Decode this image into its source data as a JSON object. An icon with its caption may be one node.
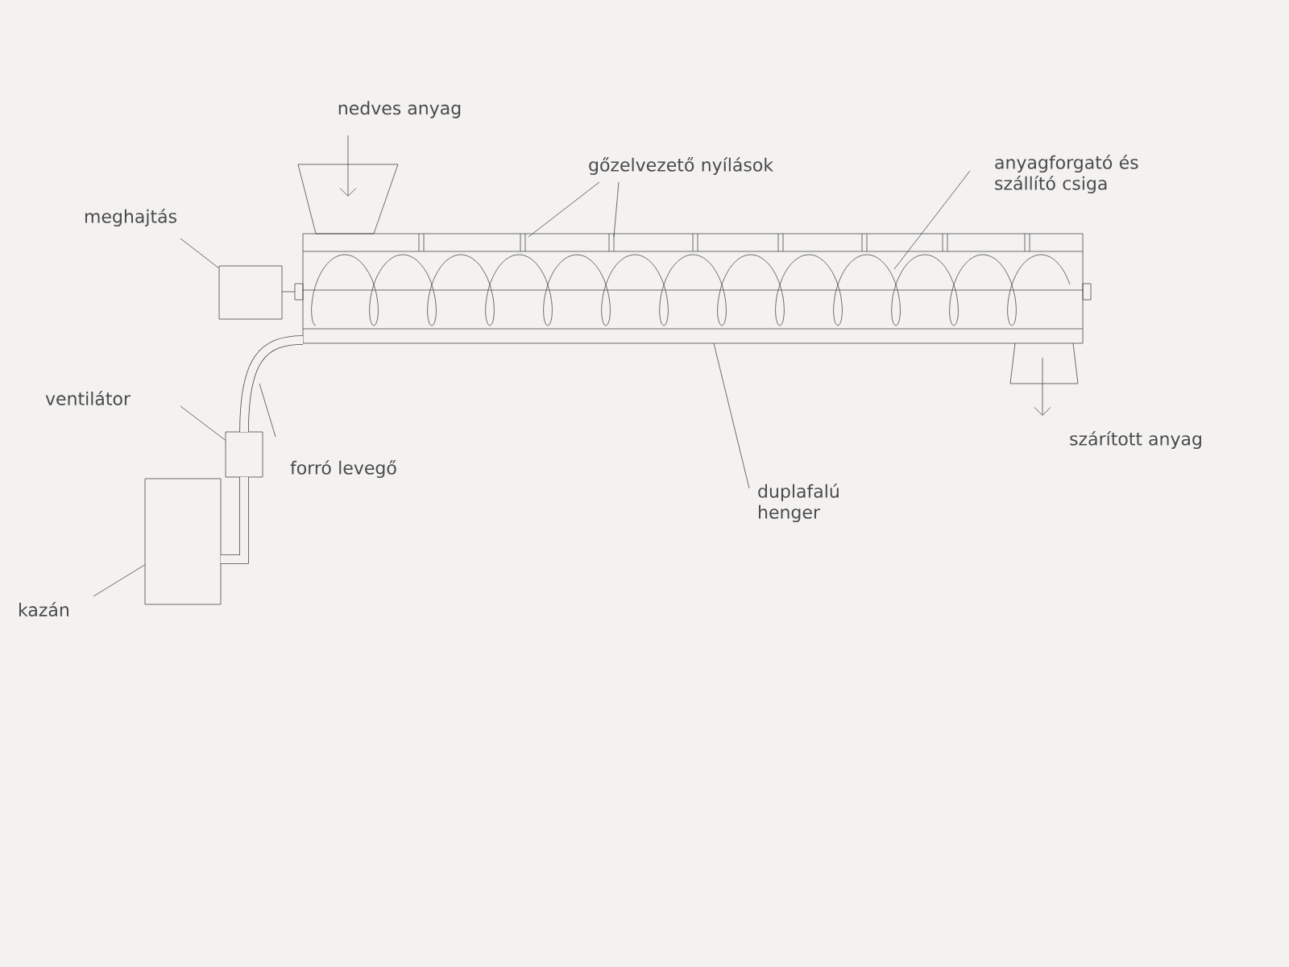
{
  "diagram": {
    "nodes": [
      {
        "text": [
          "gőzelvezető nyílások"
        ]
      },
      {
        "text": [
          "anyagforgató és szállító csiga"
        ]
      },
      {
        "text": [
          "meghajtás"
        ]
      },
      {
        "text": [],
        "shape": "box"
      },
      {
        "text": [],
        "shape": "box"
      },
      {
        "text": [
          "ventilátor"
        ]
      },
      {
        "text": [],
        "shape": "box"
      },
      {
        "text": [
          "forró levegő"
        ]
      },
      {
        "text": [
          "duplafalú henger"
        ]
      },
      {
        "text": [],
        "shape": "box"
      },
      {
        "text": [
          "kazán"
        ]
      }
    ],
    "edges": [
      {
        "from": 0,
        "to": 4,
        "arrow": "none"
      },
      {
        "from": 0,
        "to": 4,
        "arrow": "none"
      },
      {
        "from": 1,
        "to": 4,
        "arrow": "none"
      },
      {
        "from": 2,
        "to": 3,
        "arrow": "none"
      },
      {
        "from": 5,
        "to": 6,
        "arrow": "none"
      },
      {
        "from": 7,
        "to": null,
        "arrow": "none"
      },
      {
        "from": 8,
        "to": 4,
        "arrow": "none"
      },
      {
        "from": 10,
        "to": 9,
        "arrow": "none"
      },
      {
        "from": 9,
        "to": 6,
        "arrow": "none",
        "style": "thick"
      },
      {
        "from": 6,
        "to": 4,
        "arrow": "none",
        "style": "thick"
      }
    ],
    "labels": [
      "nedves anyag",
      "szárított anyag"
    ]
  }
}
